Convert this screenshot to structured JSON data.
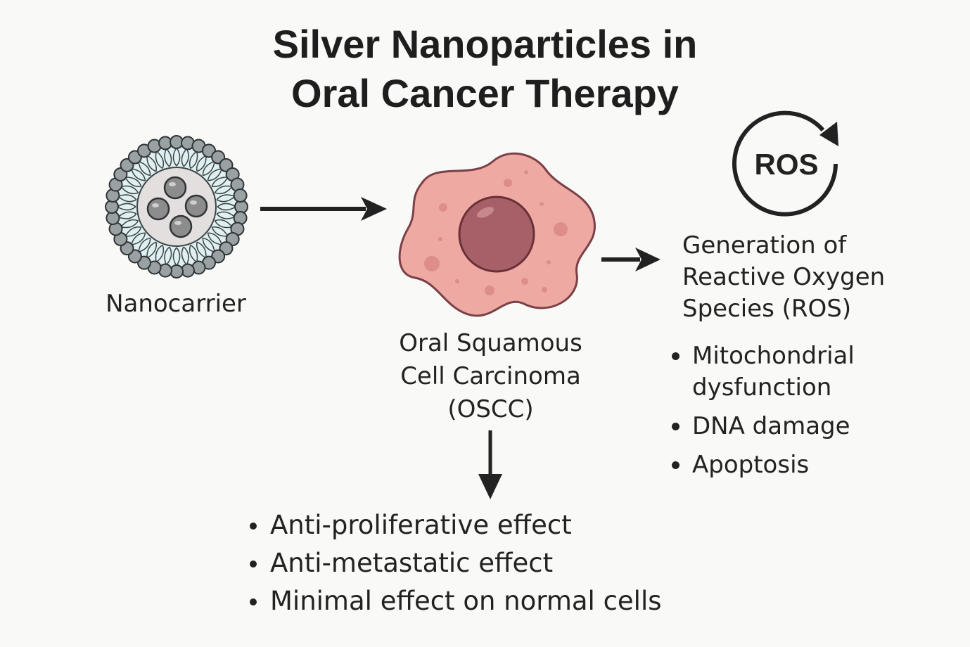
{
  "title": {
    "line1": "Silver Nanoparticles in",
    "line2": "Oral Cancer Therapy"
  },
  "nodes": {
    "nanocarrier": {
      "label": "Nanocarrier",
      "icon": "liposome-nanocarrier-icon"
    },
    "cell": {
      "label_lines": [
        "Oral Squamous",
        "Cell Carcinoma",
        "(OSCC)"
      ],
      "icon": "cancer-cell-icon"
    },
    "ros": {
      "icon_text": "ROS",
      "icon": "ros-cycle-icon",
      "label_lines": [
        "Generation of",
        "Reactive Oxygen",
        "Species (ROS)"
      ]
    }
  },
  "ros_effects": [
    {
      "lines": [
        "Mitochondrial",
        "dysfunction"
      ]
    },
    {
      "lines": [
        "DNA damage"
      ]
    },
    {
      "lines": [
        "Apoptosis"
      ]
    }
  ],
  "cell_effects": [
    "Anti-proliferative effect",
    "Anti-metastatic effect",
    "Minimal effect on normal cells"
  ],
  "colors": {
    "background": "#f9f9f7",
    "ink": "#222222",
    "cell_fill": "#eea9a2",
    "cell_outline": "#7a4048",
    "nucleus": "#a86068",
    "membrane_head": "#9aa1a2",
    "membrane_core": "#dfeff2",
    "nano_core": "#e2dfde",
    "nanoparticle": "#8c8c8c"
  }
}
